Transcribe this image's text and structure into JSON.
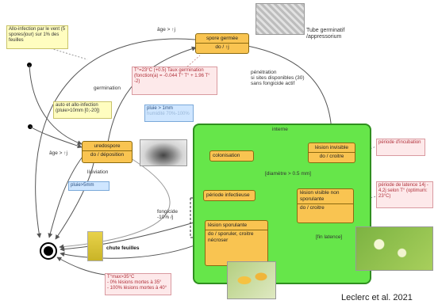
{
  "notes": {
    "allo_infection": "Allo-infection par le vent (5 spores/jour) sur 1% des feuilles",
    "auto_allo": "auto et allo-infection (pluie>10mm [0;-20])",
    "temp_germination": "T°=23°C (+0.5) Taux germination (fonction(a) = -0.044 T° T° + 1.96 T° -2)",
    "pluie_1mm": "pluie > 1mm",
    "pluie_1mm_sub": "humidité 70%-100%",
    "pluie_5mm": "pluie>5mm",
    "periode_incubation": "période d'incubation",
    "periode_latence": "période de latence 14j - 4,2j selon T° (optimum: 23°C)",
    "tmax": "T°max>35°C",
    "tmax_line1": "- 0% lésions mortes à 35°",
    "tmax_line2": "- 100% lésions mortes à 40°"
  },
  "states": {
    "spore_germee": {
      "title": "spore germée",
      "body": "do / ↑j"
    },
    "uredospore": {
      "title": "uredospore",
      "body": "do / déposition"
    },
    "lesion_invisible": {
      "title": "lésion invisible",
      "body": "do / croitre"
    },
    "lesion_visible": {
      "title": "lésion visible non sporulante",
      "body": "do / croitre"
    },
    "lesion_sporulante": {
      "title": "lésion sporulante",
      "body": "do / sporuler, croitre nécroser"
    },
    "colonisation": {
      "title": "colonisation"
    },
    "periode_infectieuse": {
      "title": "période infectieuse"
    }
  },
  "labels": {
    "age_top": "âge > ↑j",
    "age_left": "âge > ↑j",
    "germination": "germination",
    "penetration": "pénétration\nsi sites disponibles (30)\nsans fongicide actif",
    "lixiviation": "lixiviation",
    "interne": "interne",
    "diametre": "[diamètre > 0.5 mm]",
    "fin_latence": "[fin latence]",
    "fongicide": "fongicide\n-10% /j",
    "chute_feuilles": "chute feuilles",
    "tube": "Tube germinatif\n/appressorium"
  },
  "credit": "Leclerc et al. 2021",
  "colors": {
    "state_fill": "#f9c451",
    "green_zone": "#66e64a",
    "arrow": "#555555"
  }
}
